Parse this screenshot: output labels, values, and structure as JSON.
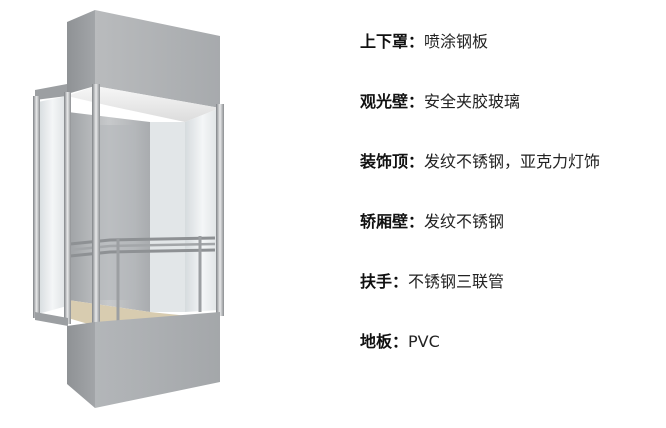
{
  "specs": [
    {
      "label": "上下罩：",
      "value": "喷涂钢板"
    },
    {
      "label": "观光壁：",
      "value": "安全夹胶玻璃"
    },
    {
      "label": "装饰顶：",
      "value": "发纹不锈钢，亚克力灯饰"
    },
    {
      "label": "轿厢壁：",
      "value": "发纹不锈钢"
    },
    {
      "label": "扶手：",
      "value": "不锈钢三联管"
    },
    {
      "label": "地板：",
      "value": "PVC"
    }
  ],
  "colors": {
    "background": "#ffffff",
    "steel_light": "#c9cbcd",
    "steel_dark": "#9a9da0",
    "glass": "#e8ecee",
    "floor": "#d8ccb0",
    "text": "#222222"
  }
}
